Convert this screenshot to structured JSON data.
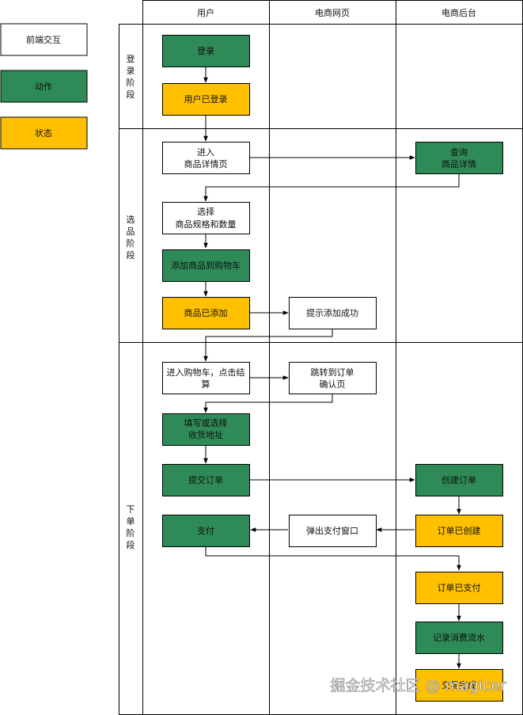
{
  "legend": {
    "frontend": "前端交互",
    "action": "动作",
    "state": "状态"
  },
  "colors": {
    "action": "#2e8b57",
    "state": "#ffc000",
    "frontend": "#ffffff",
    "line": "#000000"
  },
  "columns": {
    "user": "用户",
    "web": "电商网页",
    "backend": "电商后台"
  },
  "phases": {
    "login": [
      "登",
      "录",
      "阶",
      "段"
    ],
    "select": [
      "选",
      "品",
      "阶",
      "段"
    ],
    "order": [
      "下",
      "单",
      "阶",
      "段"
    ]
  },
  "nodes": {
    "login": "登录",
    "logged_in": "用户已登录",
    "enter_detail": [
      "进入",
      "商品详情页"
    ],
    "query_detail": [
      "查询",
      "商品详情"
    ],
    "choose_spec": [
      "选择",
      "商品规格和数量"
    ],
    "add_cart": "添加商品到购物车",
    "item_added": "商品已添加",
    "add_success": "提示添加成功",
    "enter_cart": [
      "进入购物车，点击结",
      "算"
    ],
    "jump_confirm": [
      "跳转到订单",
      "确认页"
    ],
    "fill_address": [
      "填写或选择",
      "收货地址"
    ],
    "submit_order": "提交订单",
    "create_order": "创建订单",
    "pay": "支付",
    "popup_pay": "弹出支付窗口",
    "order_created": "订单已创建",
    "order_paid": "订单已支付",
    "record_flow": "记录消费流水",
    "last_state": "交易完成"
  },
  "watermark": "掘金技术社区 @ magicer"
}
